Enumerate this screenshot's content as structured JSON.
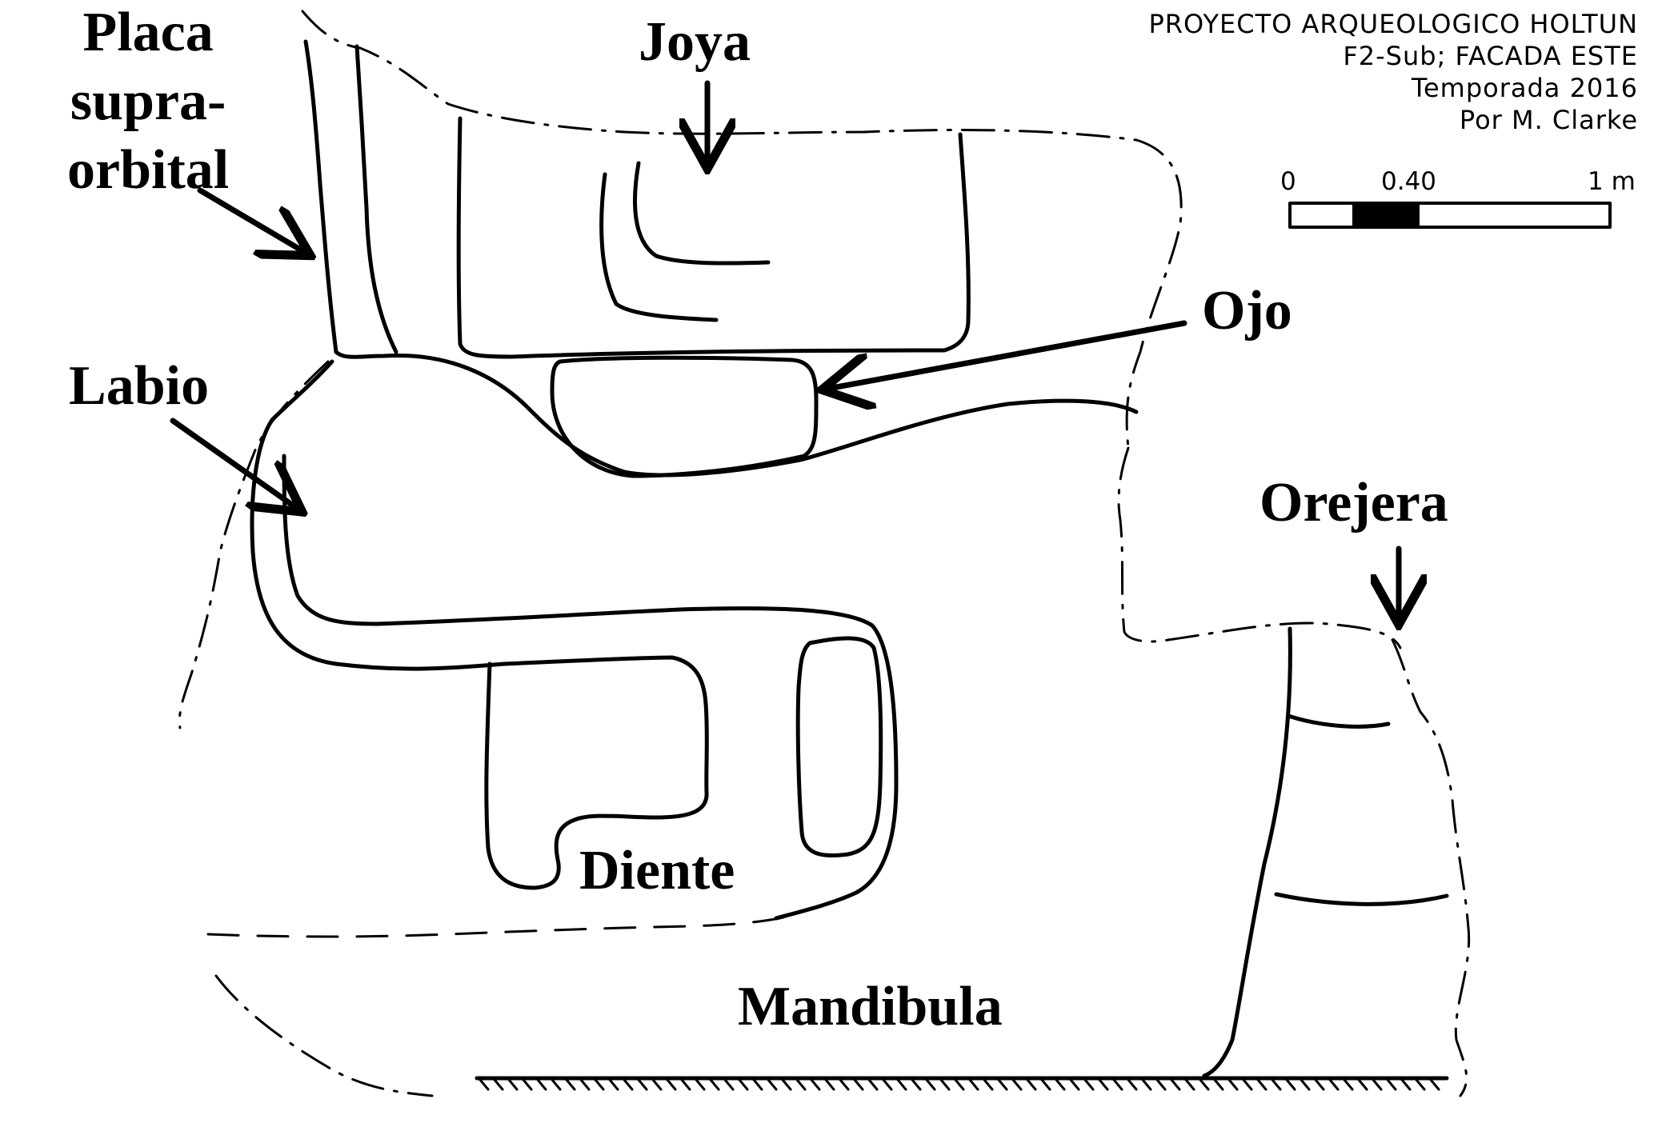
{
  "header": {
    "project": "PROYECTO ARQUEOLOGICO HOLTUN",
    "structure": "F2-Sub; FACADA ESTE",
    "season": "Temporada 2016",
    "author": "Por M. Clarke"
  },
  "scale_bar": {
    "tick_0": "0",
    "tick_mid": "0.40",
    "tick_end": "1 m"
  },
  "labels": {
    "placa_line1": "Placa",
    "placa_line2": "supra-",
    "placa_line3": "orbital",
    "joya": "Joya",
    "ojo": "Ojo",
    "labio": "Labio",
    "orejera": "Orejera",
    "diente": "Diente",
    "mandibula": "Mandibula"
  },
  "colors": {
    "ink": "#000000",
    "paper": "#ffffff"
  }
}
